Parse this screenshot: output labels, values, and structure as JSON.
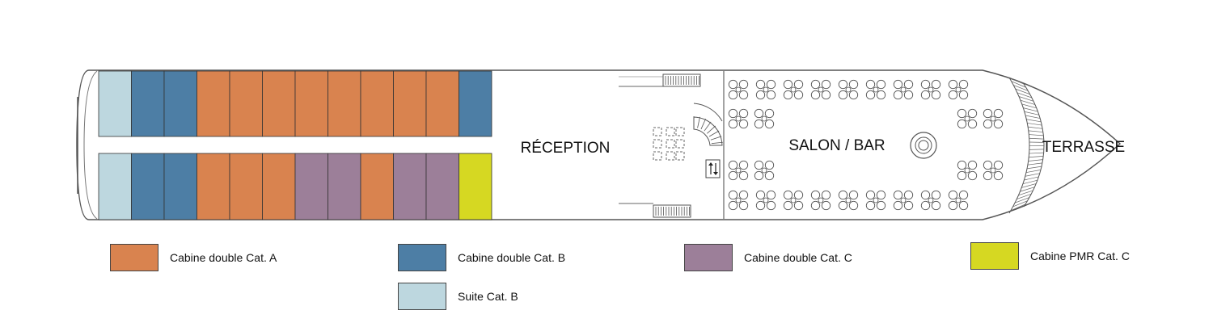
{
  "colors": {
    "cat_a": "#d9834f",
    "cat_b": "#4d7ea5",
    "cat_c": "#9c7f99",
    "pmr_c": "#d6d822",
    "suite_b": "#bdd7df",
    "outline": "#555555"
  },
  "zones": {
    "reception": "RÉCEPTION",
    "salon": "SALON / BAR",
    "terrace": "TERRASSE"
  },
  "cabins": {
    "top": [
      "suite_b",
      "cat_b",
      "cat_b",
      "cat_a",
      "cat_a",
      "cat_a",
      "cat_a",
      "cat_a",
      "cat_a",
      "cat_a",
      "cat_a",
      "cat_b"
    ],
    "bottom": [
      "suite_b",
      "cat_b",
      "cat_b",
      "cat_a",
      "cat_a",
      "cat_a",
      "cat_c",
      "cat_c",
      "cat_a",
      "cat_c",
      "cat_c",
      "pmr_c"
    ]
  },
  "legend": [
    {
      "key": "cat_a",
      "label": "Cabine double Cat. A"
    },
    {
      "key": "cat_b",
      "label": "Cabine double Cat. B"
    },
    {
      "key": "cat_c",
      "label": "Cabine double Cat. C"
    },
    {
      "key": "pmr_c",
      "label": "Cabine PMR Cat. C"
    },
    {
      "key": "suite_b",
      "label": "Suite Cat. B"
    }
  ],
  "icons": {
    "stairs": "stairs-icon",
    "spiral": "spiral-staircase-icon",
    "elevator": "elevator-icon",
    "table": "lounge-table-icon",
    "bar": "circular-bar-icon"
  }
}
